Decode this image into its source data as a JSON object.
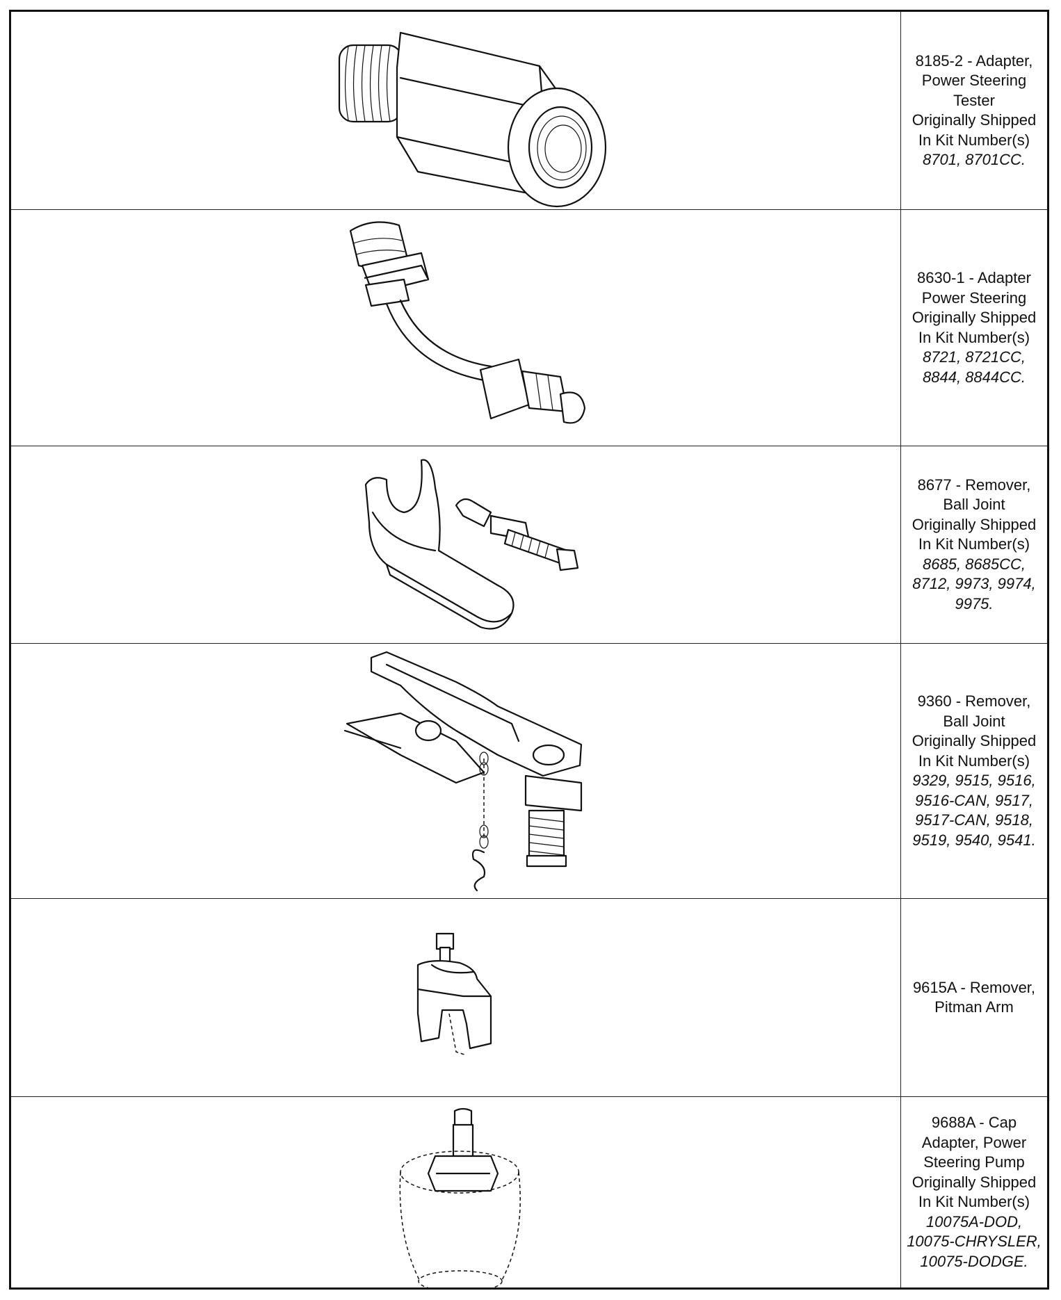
{
  "tools": [
    {
      "illustration": "power-steering-tester-adapter",
      "title": "8185-2 - Adapter, Power Steering Tester",
      "shipped_label": "Originally Shipped In Kit Number(s)",
      "kits": "8701, 8701CC."
    },
    {
      "illustration": "power-steering-adapter-hose",
      "title": "8630-1 - Adapter Power Steering",
      "shipped_label": "Originally Shipped In Kit Number(s)",
      "kits": "8721, 8721CC, 8844, 8844CC."
    },
    {
      "illustration": "ball-joint-remover-clamp",
      "title": "8677 - Remover, Ball Joint",
      "shipped_label": "Originally Shipped In Kit Number(s)",
      "kits": "8685, 8685CC, 8712, 9973, 9974, 9975."
    },
    {
      "illustration": "ball-joint-remover-fork",
      "title": "9360 - Remover, Ball Joint",
      "shipped_label": "Originally Shipped In Kit Number(s)",
      "kits": "9329, 9515, 9516, 9516-CAN, 9517, 9517-CAN, 9518, 9519, 9540, 9541."
    },
    {
      "illustration": "pitman-arm-remover",
      "title": "9615A - Remover, Pitman Arm",
      "shipped_label": "",
      "kits": ""
    },
    {
      "illustration": "power-steering-pump-cap-adapter",
      "title": "9688A - Cap Adapter, Power Steering Pump",
      "shipped_label": "Originally Shipped In Kit Number(s)",
      "kits": "10075A-DOD, 10075-CHRYSLER, 10075-DODGE."
    }
  ]
}
